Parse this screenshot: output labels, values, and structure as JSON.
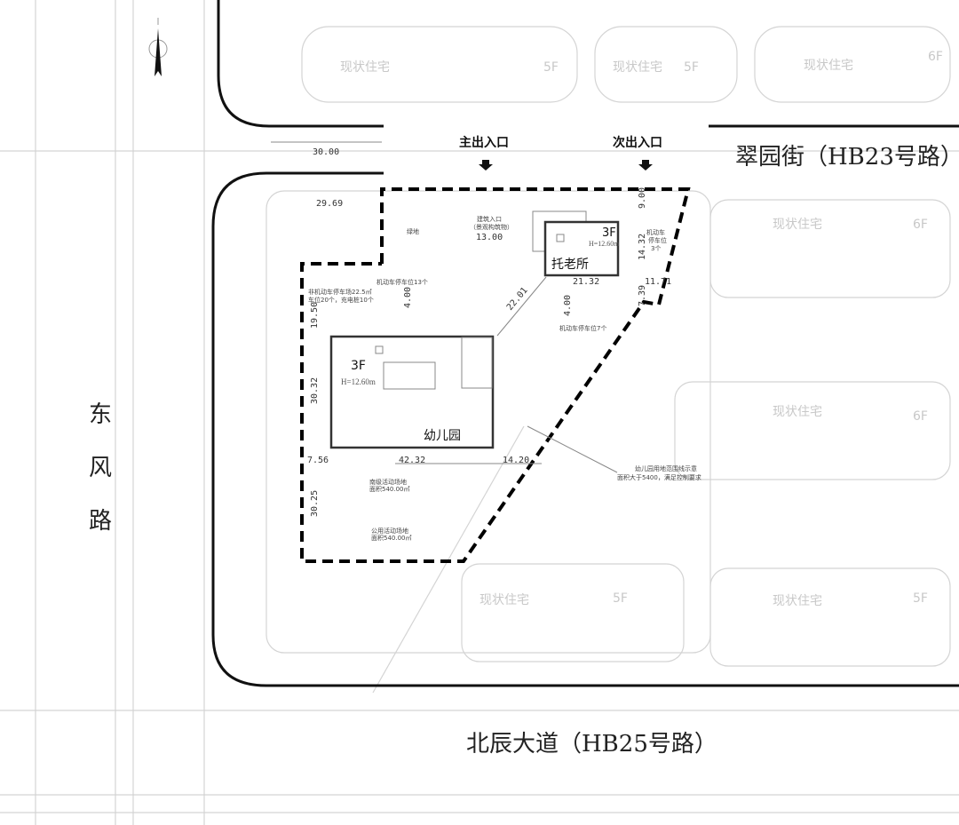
{
  "roads": {
    "north": "翠园街（HB23号路）",
    "south": "北辰大道（HB25号路）",
    "west": [
      "东",
      "风",
      "路"
    ]
  },
  "entrances": {
    "main": "主出入口",
    "secondary": "次出入口"
  },
  "existing_housing": [
    {
      "label": "现状住宅",
      "floors": "5F"
    },
    {
      "label": "现状住宅",
      "floors": "5F"
    },
    {
      "label": "现状住宅",
      "floors": "6F"
    },
    {
      "label": "现状住宅",
      "floors": "6F"
    },
    {
      "label": "现状住宅",
      "floors": "6F"
    },
    {
      "label": "现状住宅",
      "floors": "5F"
    },
    {
      "label": "现状住宅",
      "floors": "5F"
    }
  ],
  "buildings": {
    "kindergarten": {
      "name": "幼儿园",
      "floors": "3F",
      "height": "H=12.60m"
    },
    "elderly_care": {
      "name": "托老所",
      "floors": "3F",
      "height": "H=12.60m"
    }
  },
  "dimensions": [
    "30.00",
    "29.69",
    "13.00",
    "9.00",
    "14.32",
    "11.71",
    "7.39",
    "21.32",
    "22.01",
    "4.00",
    "4.00",
    "19.50",
    "30.32",
    "7.56",
    "42.32",
    "14.20",
    "30.25"
  ],
  "notes": {
    "green": "绿地",
    "building_entrance": [
      "建筑入口",
      "（景观构筑物）"
    ],
    "parking_north": "机动车停车位13个",
    "nonmotor": [
      "非机动车停车场22.5㎡",
      "车位20个，充电桩10个"
    ],
    "parking_mid": "机动车停车位7个",
    "parking_east": [
      "机动车",
      "停车位",
      "3个"
    ],
    "activity_1": [
      "南级活动场地",
      "面积540.00㎡"
    ],
    "activity_2": [
      "公用活动场地",
      "面积540.00㎡"
    ],
    "site_note": [
      "幼儿园用地范围线示意",
      "面积大于5400，满足控制要求"
    ]
  },
  "compass": "north-arrow-icon"
}
